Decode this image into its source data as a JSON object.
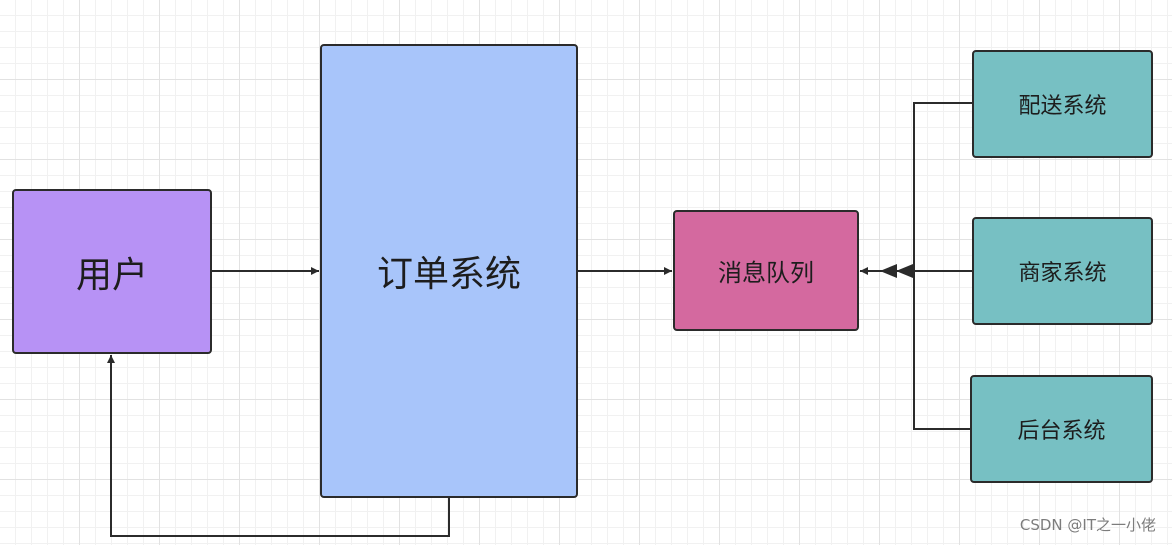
{
  "nodes": {
    "user": "用户",
    "order_system": "订单系统",
    "message_queue": "消息队列",
    "delivery_system": "配送系统",
    "merchant_system": "商家系统",
    "backend_system": "后台系统"
  },
  "colors": {
    "user": "#b792f5",
    "order_system": "#a8c5fa",
    "message_queue": "#d4699f",
    "subsystems": "#77c0c3",
    "line": "#2b2b2b"
  },
  "edges": [
    {
      "from": "user",
      "to": "order_system"
    },
    {
      "from": "order_system",
      "to": "message_queue"
    },
    {
      "from": "delivery_system",
      "to": "message_queue"
    },
    {
      "from": "merchant_system",
      "to": "message_queue"
    },
    {
      "from": "backend_system",
      "to": "message_queue"
    },
    {
      "from": "order_system",
      "to": "user"
    }
  ],
  "watermark": "CSDN @IT之一小佬"
}
